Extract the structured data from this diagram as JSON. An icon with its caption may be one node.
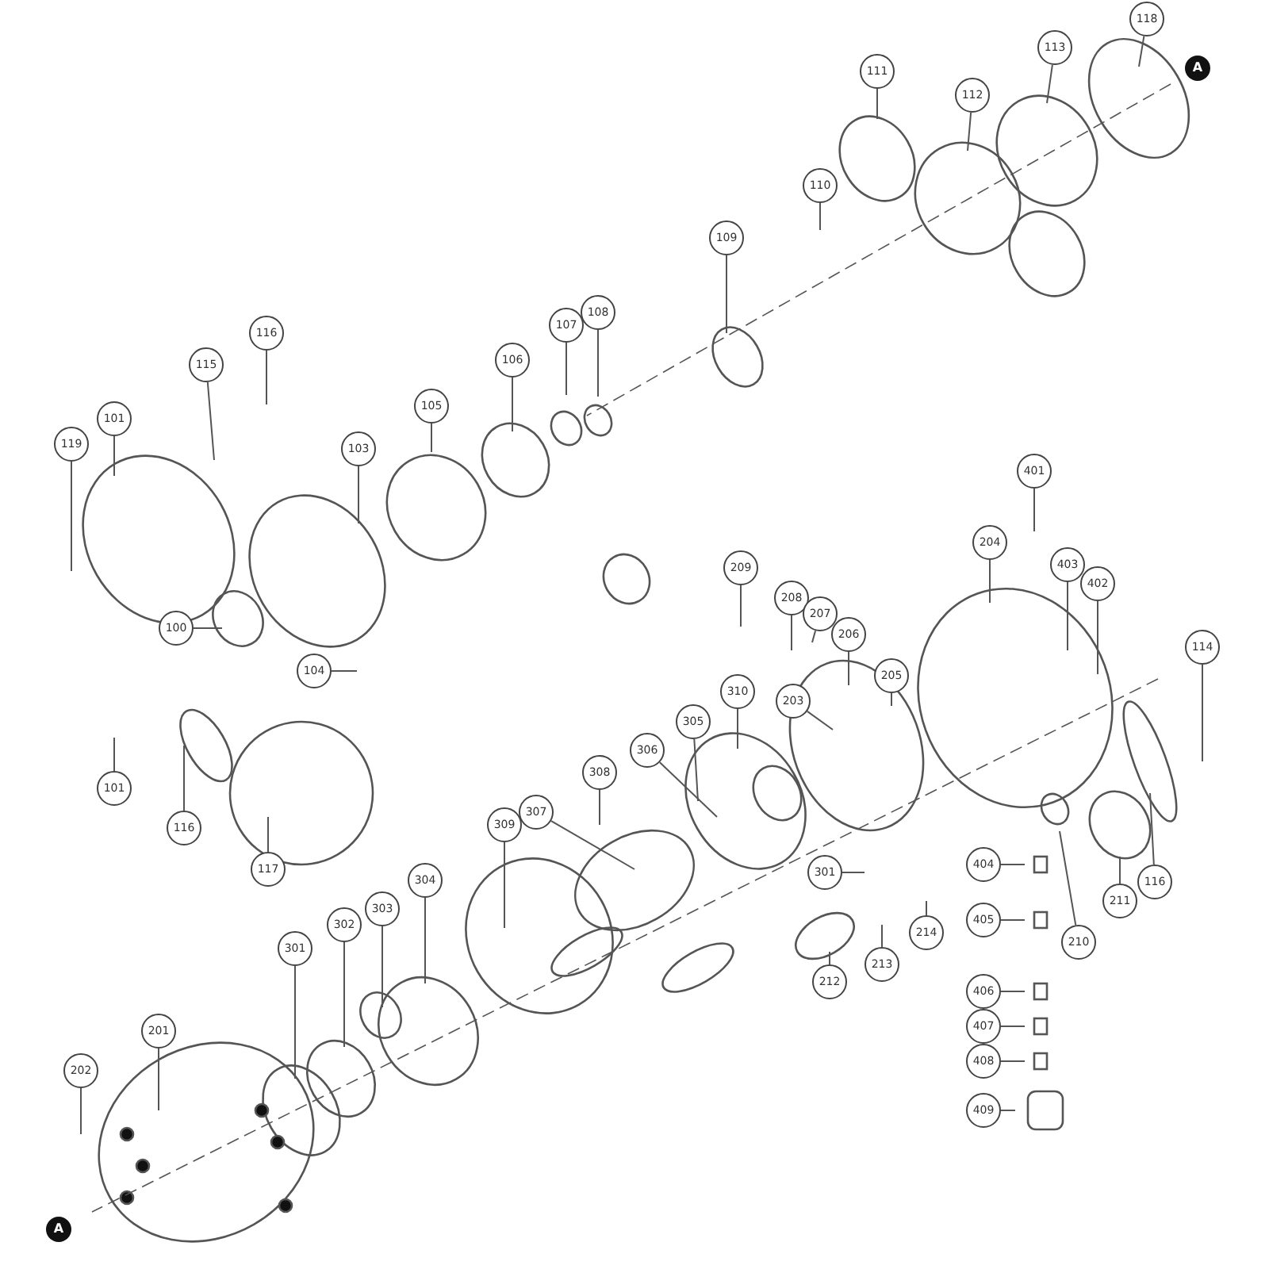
{
  "diagram": {
    "nodes": [
      {
        "text": [
          "118"
        ]
      },
      {
        "text": [
          "113"
        ]
      },
      {
        "text": [
          "111"
        ]
      },
      {
        "text": [
          "112"
        ]
      },
      {
        "text": [
          "110"
        ]
      },
      {
        "text": [
          "109"
        ]
      },
      {
        "text": [
          "108"
        ]
      },
      {
        "text": [
          "107"
        ]
      },
      {
        "text": [
          "106"
        ]
      },
      {
        "text": [
          "116"
        ]
      },
      {
        "text": [
          "115"
        ]
      },
      {
        "text": [
          "105"
        ]
      },
      {
        "text": [
          "101"
        ]
      },
      {
        "text": [
          "119"
        ]
      },
      {
        "text": [
          "103"
        ]
      },
      {
        "text": [
          "401"
        ]
      },
      {
        "text": [
          "204"
        ]
      },
      {
        "text": [
          "403"
        ]
      },
      {
        "text": [
          "402"
        ]
      },
      {
        "text": [
          "209"
        ]
      },
      {
        "text": [
          "208"
        ]
      },
      {
        "text": [
          "207"
        ]
      },
      {
        "text": [
          "100"
        ]
      },
      {
        "text": [
          "206"
        ]
      },
      {
        "text": [
          "114"
        ]
      },
      {
        "text": [
          "104"
        ]
      },
      {
        "text": [
          "205"
        ]
      },
      {
        "text": [
          "310"
        ]
      },
      {
        "text": [
          "203"
        ]
      },
      {
        "text": [
          "305"
        ]
      },
      {
        "text": [
          "306"
        ]
      },
      {
        "text": [
          "101"
        ]
      },
      {
        "text": [
          "308"
        ]
      },
      {
        "text": [
          "307"
        ]
      },
      {
        "text": [
          "309"
        ]
      },
      {
        "text": [
          "116"
        ]
      },
      {
        "text": [
          "404"
        ]
      },
      {
        "text": [
          "117"
        ]
      },
      {
        "text": [
          "211"
        ]
      },
      {
        "text": [
          "116"
        ]
      },
      {
        "text": [
          "304"
        ]
      },
      {
        "text": [
          "301"
        ]
      },
      {
        "text": [
          "303"
        ]
      },
      {
        "text": [
          "210"
        ]
      },
      {
        "text": [
          "405"
        ]
      },
      {
        "text": [
          "302"
        ]
      },
      {
        "text": [
          "213"
        ]
      },
      {
        "text": [
          "214"
        ]
      },
      {
        "text": [
          "301"
        ]
      },
      {
        "text": [
          "212"
        ]
      },
      {
        "text": [
          "406"
        ]
      },
      {
        "text": [
          "407"
        ]
      },
      {
        "text": [
          "201"
        ]
      },
      {
        "text": [
          "408"
        ]
      },
      {
        "text": [
          "202"
        ]
      },
      {
        "text": [
          "409"
        ]
      }
    ],
    "edges": [
      {
        "from": 0,
        "to": null,
        "arrow": "none"
      },
      {
        "from": 1,
        "to": null,
        "arrow": "none"
      },
      {
        "from": 2,
        "to": null,
        "arrow": "none"
      },
      {
        "from": 3,
        "to": null,
        "arrow": "none"
      },
      {
        "from": 4,
        "to": null,
        "arrow": "none"
      },
      {
        "from": 5,
        "to": null,
        "arrow": "none"
      },
      {
        "from": 6,
        "to": null,
        "arrow": "none"
      },
      {
        "from": 7,
        "to": null,
        "arrow": "none"
      },
      {
        "from": 8,
        "to": null,
        "arrow": "none"
      },
      {
        "from": 9,
        "to": null,
        "arrow": "none"
      },
      {
        "from": 10,
        "to": null,
        "arrow": "none"
      },
      {
        "from": 11,
        "to": null,
        "arrow": "none"
      },
      {
        "from": 12,
        "to": null,
        "arrow": "none"
      },
      {
        "from": 13,
        "to": null,
        "arrow": "none"
      },
      {
        "from": 14,
        "to": null,
        "arrow": "none"
      },
      {
        "from": 15,
        "to": null,
        "arrow": "none"
      },
      {
        "from": 16,
        "to": null,
        "arrow": "none"
      },
      {
        "from": 17,
        "to": null,
        "arrow": "none"
      },
      {
        "from": 18,
        "to": null,
        "arrow": "none"
      },
      {
        "from": 19,
        "to": null,
        "arrow": "none"
      },
      {
        "from": 20,
        "to": null,
        "arrow": "none"
      },
      {
        "from": 21,
        "to": null,
        "arrow": "none"
      },
      {
        "from": 22,
        "to": null,
        "arrow": "none"
      },
      {
        "from": 23,
        "to": null,
        "arrow": "none"
      },
      {
        "from": 24,
        "to": null,
        "arrow": "none"
      },
      {
        "from": 25,
        "to": null,
        "arrow": "none"
      },
      {
        "from": 26,
        "to": null,
        "arrow": "none"
      },
      {
        "from": 27,
        "to": null,
        "arrow": "none"
      },
      {
        "from": 28,
        "to": null,
        "arrow": "none"
      },
      {
        "from": 29,
        "to": null,
        "arrow": "none"
      },
      {
        "from": 30,
        "to": null,
        "arrow": "none"
      },
      {
        "from": 31,
        "to": null,
        "arrow": "none"
      },
      {
        "from": 32,
        "to": null,
        "arrow": "none"
      },
      {
        "from": 33,
        "to": null,
        "arrow": "none"
      },
      {
        "from": 34,
        "to": null,
        "arrow": "none"
      },
      {
        "from": 35,
        "to": null,
        "arrow": "none"
      },
      {
        "from": 36,
        "to": null,
        "arrow": "none"
      },
      {
        "from": 37,
        "to": null,
        "arrow": "none"
      },
      {
        "from": 38,
        "to": null,
        "arrow": "none"
      },
      {
        "from": 39,
        "to": null,
        "arrow": "none"
      },
      {
        "from": 40,
        "to": null,
        "arrow": "none"
      },
      {
        "from": 41,
        "to": null,
        "arrow": "none"
      },
      {
        "from": 42,
        "to": null,
        "arrow": "none"
      },
      {
        "from": 43,
        "to": null,
        "arrow": "none"
      },
      {
        "from": 44,
        "to": null,
        "arrow": "none"
      },
      {
        "from": 45,
        "to": null,
        "arrow": "none"
      },
      {
        "from": 46,
        "to": null,
        "arrow": "none"
      },
      {
        "from": 47,
        "to": null,
        "arrow": "none"
      },
      {
        "from": 48,
        "to": null,
        "arrow": "none"
      },
      {
        "from": 49,
        "to": null,
        "arrow": "none"
      },
      {
        "from": 50,
        "to": null,
        "arrow": "none"
      },
      {
        "from": 51,
        "to": null,
        "arrow": "none"
      },
      {
        "from": 52,
        "to": null,
        "arrow": "none"
      },
      {
        "from": 53,
        "to": null,
        "arrow": "none"
      },
      {
        "from": 54,
        "to": null,
        "arrow": "none"
      },
      {
        "from": 55,
        "to": null,
        "arrow": "none"
      }
    ],
    "labels": [
      "A",
      "A"
    ]
  }
}
